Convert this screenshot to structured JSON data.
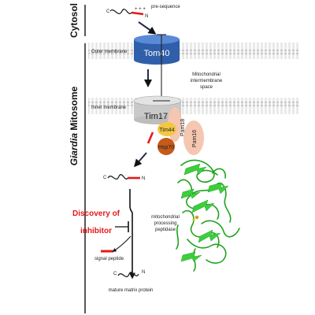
{
  "compartments": {
    "cytosol": "Cytosol",
    "organism": "Giardia",
    "mitosome": " Mitosome"
  },
  "membranes": {
    "outer": "Outer membrane",
    "inner": "Inner membrane",
    "intermembrane_lines": [
      "Mitochondrial",
      "intermembrane",
      "space"
    ]
  },
  "proteins": {
    "tom40": "Tom40",
    "tim17": "Tim17",
    "tim44": "Tim44",
    "hsp70": "Hsp70",
    "pam18": "Pam18",
    "pam16": "Pam16"
  },
  "precursor": {
    "label": "pre-sequence",
    "c_terminus": "C",
    "n_terminus": "N",
    "charges": "+ + +"
  },
  "processing": {
    "discovery_line1": "Discovery of",
    "discovery_line2": "inhibitor",
    "mpp_lines": [
      "mitochondrial",
      "processing",
      "peptidase"
    ],
    "signal_peptide": "signal peptide"
  },
  "product": {
    "label": "mature matrix protein",
    "c_terminus": "C",
    "n_terminus": "N"
  },
  "colors": {
    "tom40": "#3b6fc4",
    "tim17": "#d4d4d4",
    "tim44": "#f2c744",
    "hsp70": "#c55a1a",
    "pam": "#f5c6b0",
    "presequence": "#e31a1c",
    "discovery_text": "#e31a1c",
    "enzyme": "#3ccf3c"
  }
}
